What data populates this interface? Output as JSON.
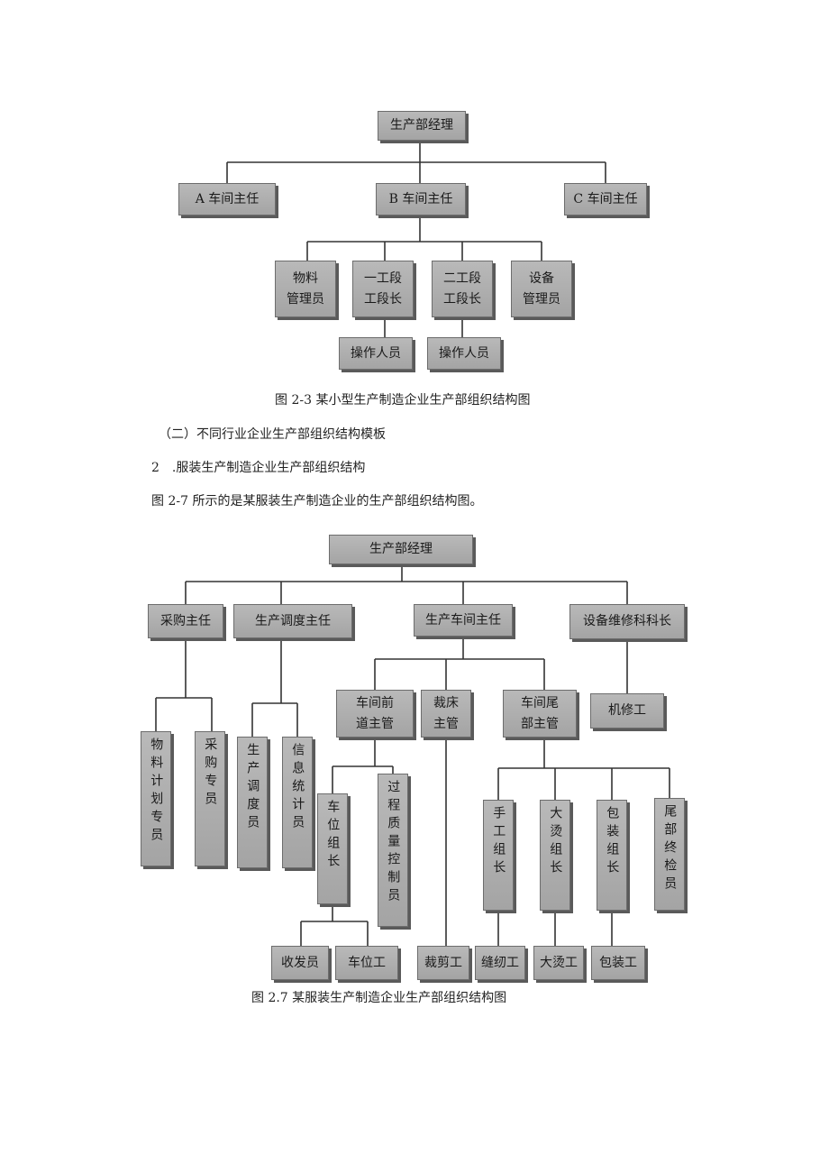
{
  "diagram1": {
    "root": "生产部经理",
    "level2": [
      "A 车间主任",
      "B 车间主任",
      "C 车间主任"
    ],
    "level3": [
      "物料\n管理员",
      "一工段\n工段长",
      "二工段\n工段长",
      "设备\n管理员"
    ],
    "level4": [
      "操作人员",
      "操作人员"
    ],
    "caption": "图 2-3 某小型生产制造企业生产部组织结构图"
  },
  "section_heading": "（二）不同行业企业生产部组织结构模板",
  "item_heading": "2　.服装生产制造企业生产部组织结构",
  "intro_text": "图 2-7 所示的是某服装生产制造企业的生产部组织结构图。",
  "diagram2": {
    "root": "生产部经理",
    "level2": [
      "采购主任",
      "生产调度主任",
      "生产车间主任",
      "设备维修科科长"
    ],
    "purchase_children": [
      "物料计划专员",
      "采购专员"
    ],
    "dispatch_children": [
      "生产调度员",
      "信息统计员"
    ],
    "workshop_children": [
      "车间前\n道主管",
      "裁床\n主管",
      "车间尾\n部主管"
    ],
    "maintenance_child": "机修工",
    "front_children": [
      "车位组长",
      "过程质量控制员"
    ],
    "tail_children": [
      "手工组长",
      "大烫组长",
      "包装组长",
      "尾部终检员"
    ],
    "bottom": [
      "收发员",
      "车位工",
      "裁剪工",
      "缝纫工",
      "大烫工",
      "包装工"
    ],
    "caption": "图 2.7 某服装生产制造企业生产部组织结构图"
  }
}
